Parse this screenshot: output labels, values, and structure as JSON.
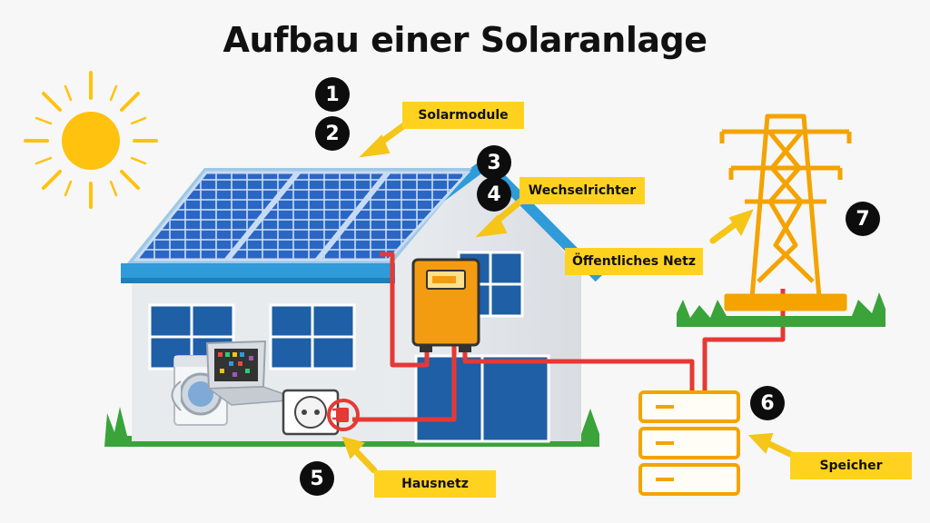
{
  "title": "Aufbau einer Solaranlage",
  "labels": {
    "solarmodule": "Solarmodule",
    "wechselrichter": "Wechselrichter",
    "netz": "Öffentliches Netz",
    "hausnetz": "Hausnetz",
    "speicher": "Speicher"
  },
  "badges": [
    "1",
    "2",
    "3",
    "4",
    "5",
    "6",
    "7"
  ],
  "colors": {
    "label_bg": "#ffd21f",
    "arrow": "#f5c518",
    "cable": "#e53935",
    "pylon": "#f4a300",
    "storage": "#f4a300",
    "inverter": "#f39c12",
    "panel": "#1b4f9c",
    "grass": "#3aa33a",
    "sun": "#ffc20e"
  },
  "icons": [
    "sun-icon",
    "solar-panel-icon",
    "house-icon",
    "inverter-icon",
    "power-pylon-icon",
    "battery-storage-icon",
    "washing-machine-icon",
    "laptop-icon",
    "power-socket-icon",
    "plug-icon"
  ]
}
